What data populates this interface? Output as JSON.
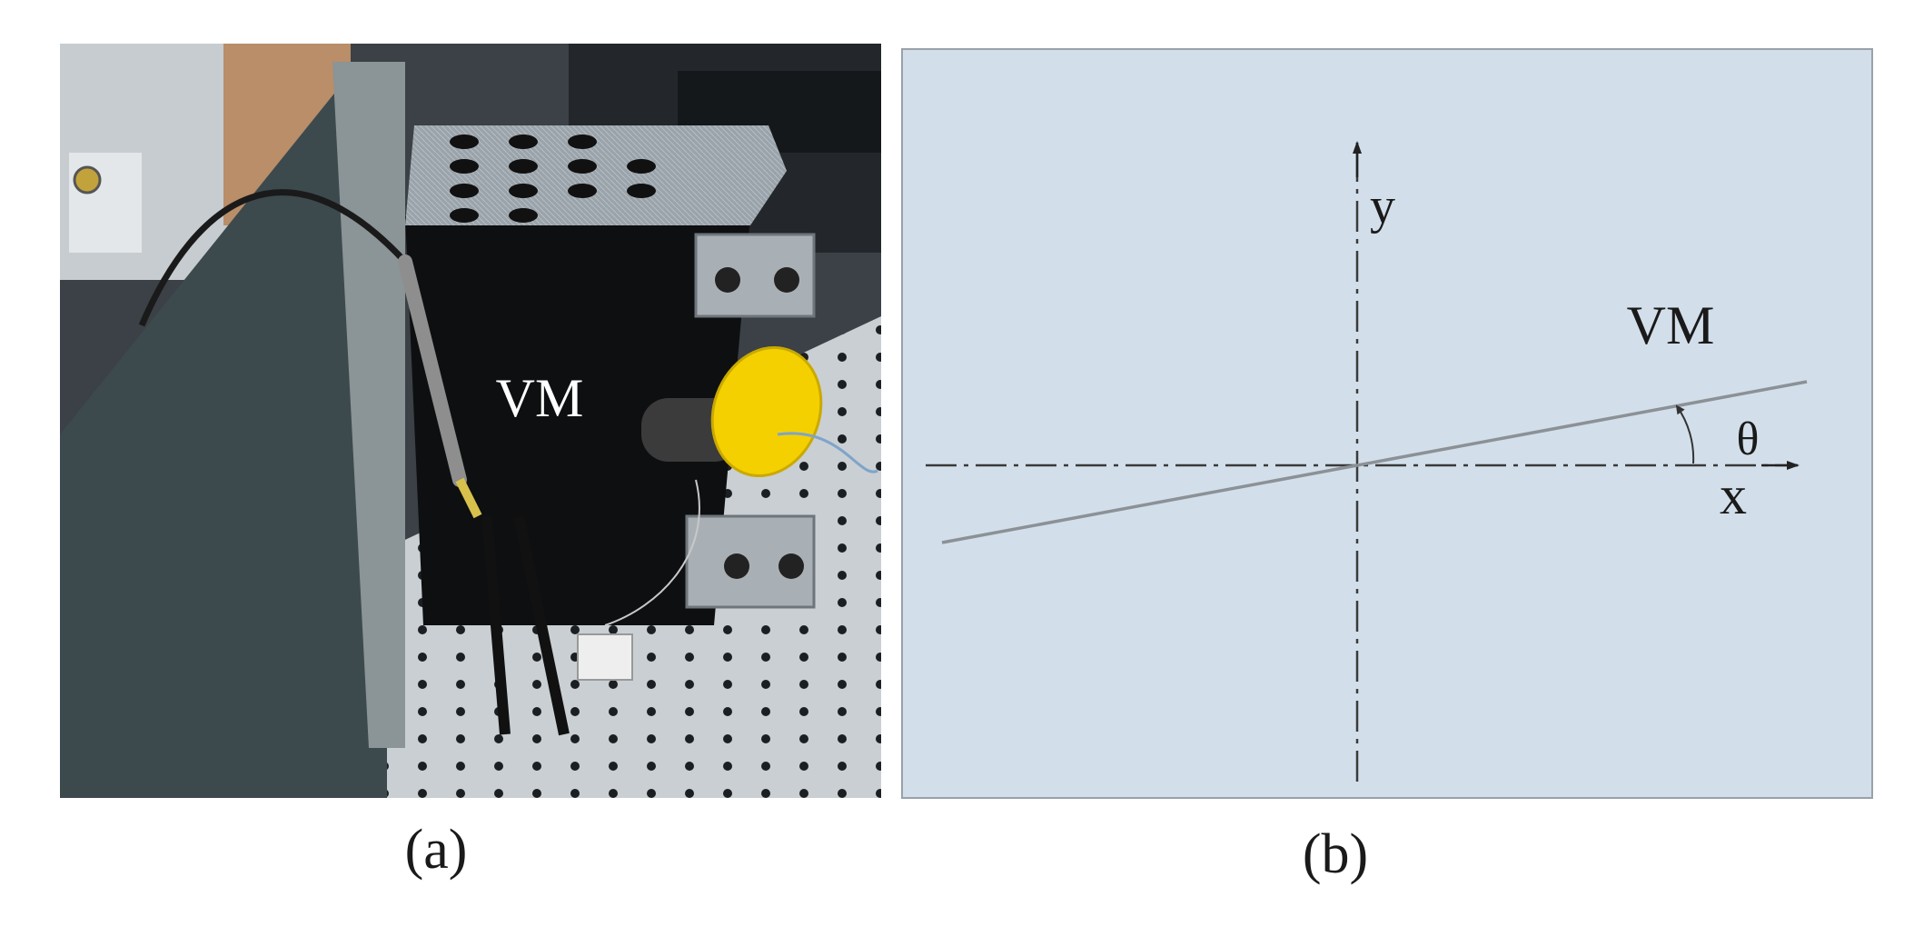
{
  "photo": {
    "label": "VM"
  },
  "diagram": {
    "x_axis_label": "x",
    "y_axis_label": "y",
    "line_label": "VM",
    "angle_label": "θ"
  },
  "captions": {
    "a": "(a)",
    "b": "(b)"
  },
  "colors": {
    "diagram_background": "#d2dfea",
    "mirror_yellow": "#f4d000",
    "axis_line": "#3a3a3a",
    "vm_line": "#8c9196"
  }
}
